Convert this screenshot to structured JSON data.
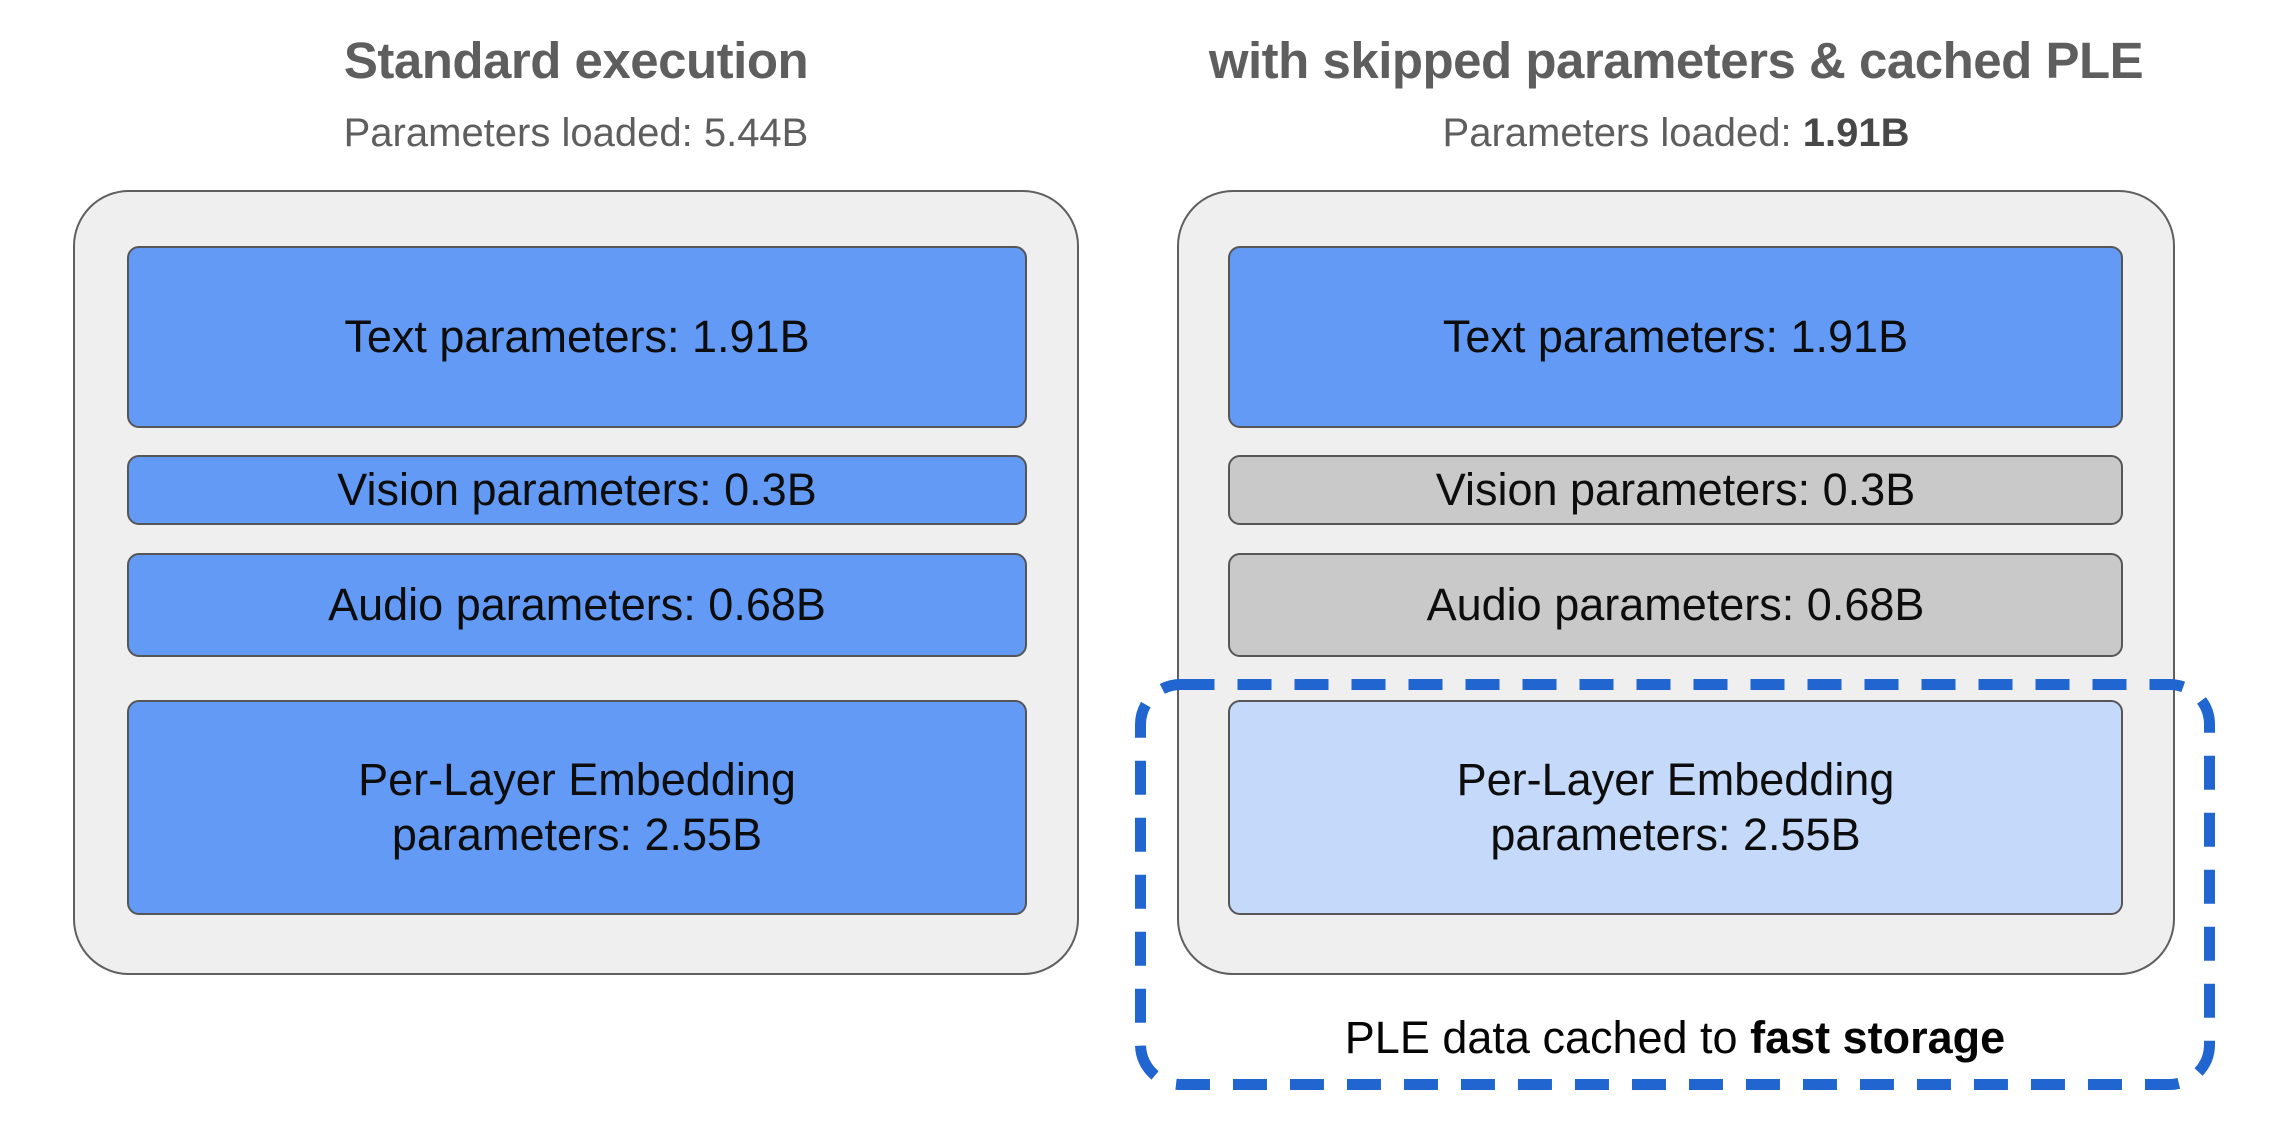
{
  "colors": {
    "loaded_box": "#639af5",
    "skipped_box": "#c9c9c9",
    "cached_box": "#c5dafb",
    "container_bg": "#efefef",
    "dashed_outline": "#2065d0",
    "heading_text": "#5e5e5e",
    "box_text": "#0d0d0d"
  },
  "left_panel": {
    "title": "Standard execution",
    "subtitle_label": "Parameters loaded: ",
    "subtitle_value": "5.44B",
    "boxes": [
      {
        "label": "Text parameters: 1.91B"
      },
      {
        "label": "Vision parameters: 0.3B"
      },
      {
        "label": "Audio parameters: 0.68B"
      },
      {
        "line1": "Per-Layer Embedding",
        "line2": "parameters: 2.55B"
      }
    ]
  },
  "right_panel": {
    "title": "with skipped parameters & cached PLE",
    "subtitle_label": "Parameters loaded: ",
    "subtitle_value": "1.91B",
    "boxes": [
      {
        "label": "Text parameters: 1.91B"
      },
      {
        "label": "Vision parameters: 0.3B"
      },
      {
        "label": "Audio parameters: 0.68B"
      },
      {
        "line1": "Per-Layer Embedding",
        "line2": "parameters: 2.55B"
      }
    ],
    "caption_prefix": "PLE data cached to ",
    "caption_bold": "fast storage"
  }
}
